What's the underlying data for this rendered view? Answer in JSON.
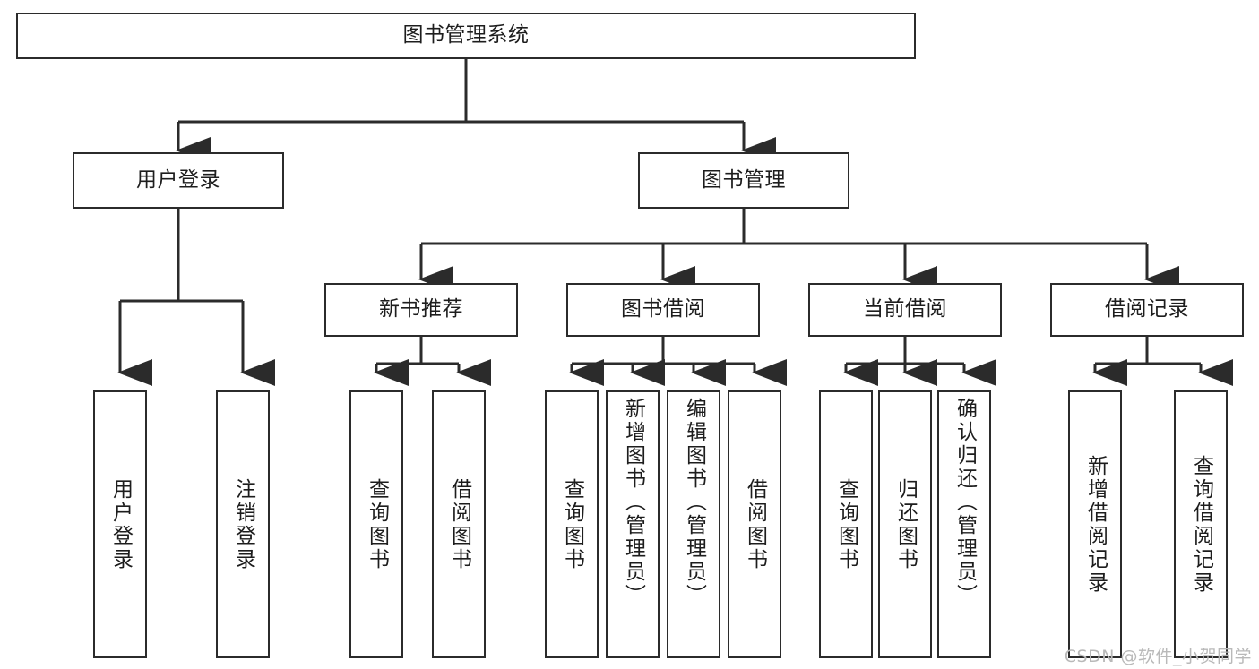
{
  "diagram": {
    "title": "图书管理系统",
    "type": "tree",
    "watermark": "CSDN @软件_小贺同学",
    "colors": {
      "box_border": "#2b2b2b",
      "box_fill": "#ffffff",
      "edge": "#2b2b2b",
      "text": "#1d1d1d",
      "watermark": "#b9b9b9",
      "background": "#ffffff"
    },
    "root": {
      "label": "图书管理系统"
    },
    "level2": [
      {
        "label": "用户登录"
      },
      {
        "label": "图书管理"
      }
    ],
    "level3": [
      {
        "label": "新书推荐"
      },
      {
        "label": "图书借阅"
      },
      {
        "label": "当前借阅"
      },
      {
        "label": "借阅记录"
      }
    ],
    "leaves": {
      "user_login": [
        {
          "label": "用户登录"
        },
        {
          "label": "注销登录"
        }
      ],
      "new_book_recommend": [
        {
          "label": "查询图书"
        },
        {
          "label": "借阅图书"
        }
      ],
      "book_borrow": [
        {
          "label": "查询图书"
        },
        {
          "label": "新增图书（管理员）"
        },
        {
          "label": "编辑图书（管理员）"
        },
        {
          "label": "借阅图书"
        }
      ],
      "current_borrow": [
        {
          "label": "查询图书"
        },
        {
          "label": "归还图书"
        },
        {
          "label": "确认归还（管理员）"
        }
      ],
      "borrow_record": [
        {
          "label": "新增借阅记录"
        },
        {
          "label": "查询借阅记录"
        }
      ]
    }
  }
}
